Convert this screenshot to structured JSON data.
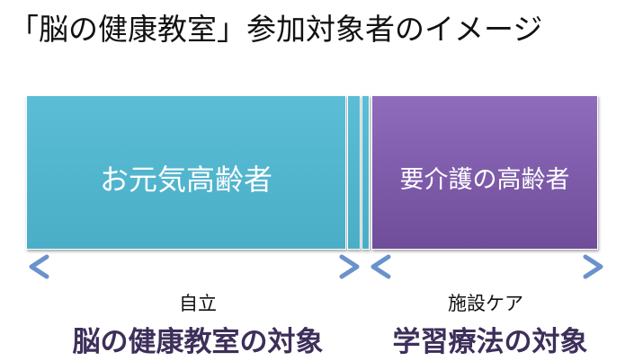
{
  "title": "「脳の健康教室」参加対象者のイメージ",
  "boxes": {
    "healthy": {
      "label": "お元気高齢者"
    },
    "care": {
      "label": "要介護の高齢者"
    }
  },
  "ranges": {
    "left": {
      "sublabel": "自立",
      "label": "脳の健康教室の対象"
    },
    "right": {
      "sublabel": "施設ケア",
      "label": "学習療法の対象"
    }
  },
  "colors": {
    "teal": "#4aaec7",
    "purple": "#7b5aa6",
    "arrow": "#6a92cc",
    "label_text": "#3d2f5a"
  }
}
